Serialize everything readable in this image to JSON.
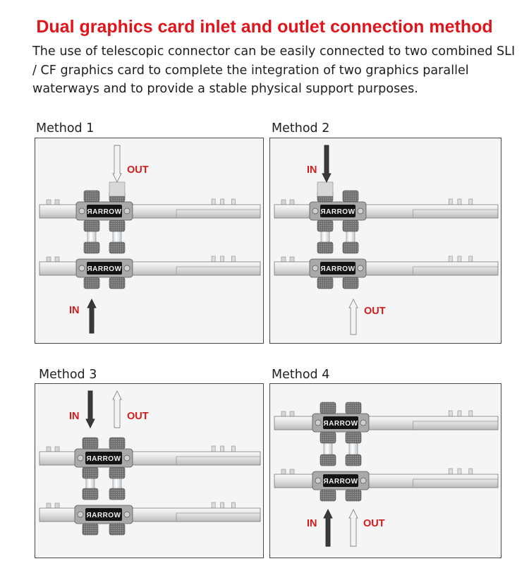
{
  "title": "Dual graphics card inlet and outlet connection method",
  "description": "The use of telescopic connector can be easily connected to two combined SLI / CF graphics card to complete the integration of two graphics parallel waterways and to provide a stable physical support purposes.",
  "brand": "ЯARROW",
  "colors": {
    "title": "#e0141b",
    "label_red": "#d31a1a",
    "in_arrow": "#3a3a3a",
    "out_arrow": "#f4f4f4"
  },
  "methods": [
    {
      "label": "Method 1",
      "in_label": "IN",
      "out_label": "OUT"
    },
    {
      "label": "Method 2",
      "in_label": "IN",
      "out_label": "OUT"
    },
    {
      "label": "Method 3",
      "in_label": "IN",
      "out_label": "OUT"
    },
    {
      "label": "Method 4",
      "in_label": "IN",
      "out_label": "OUT"
    }
  ]
}
